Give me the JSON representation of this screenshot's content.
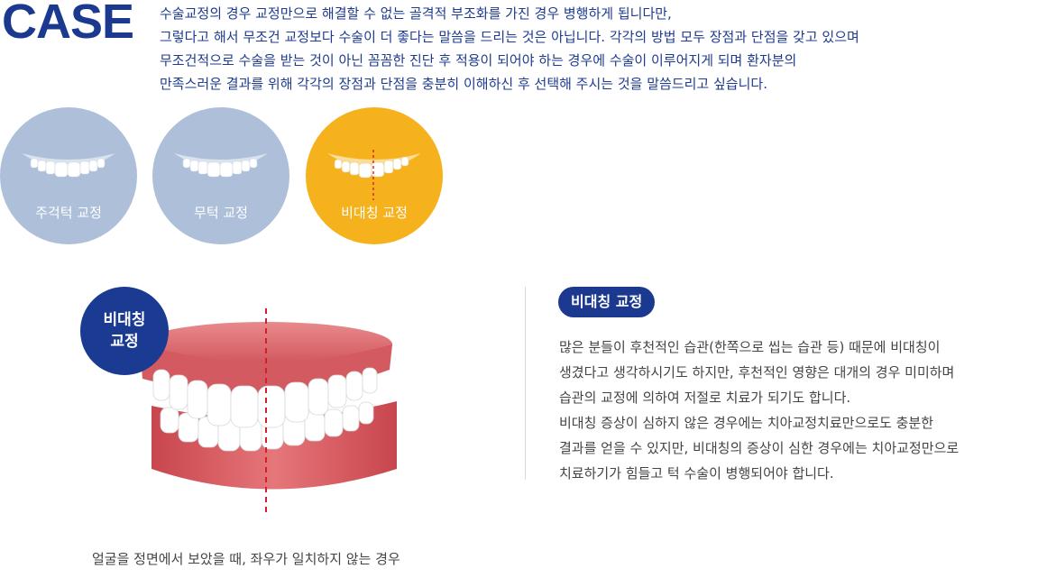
{
  "header": {
    "title": "CASE",
    "intro_lines": [
      "수술교정의 경우 교정만으로 해결할 수 없는 골격적 부조화를 가진 경우 병행하게 됩니다만,",
      "그렇다고 해서 무조건 교정보다 수술이 더 좋다는 말씀을 드리는 것은 아닙니다. 각각의 방법 모두 장점과 단점을 갖고 있으며",
      "무조건적으로 수술을 받는 것이 아닌 꼼꼼한 진단 후 적용이 되어야 하는 경우에 수술이 이루어지게 되며 환자분의",
      "만족스러운 결과를 위해 각각의 장점과 단점을 충분히 이해하신 후 선택해 주시는 것을 말씀드리고 싶습니다."
    ]
  },
  "options": [
    {
      "label": "주걱턱 교정",
      "selected": false,
      "color": "#adbfd9"
    },
    {
      "label": "무턱 교정",
      "selected": false,
      "color": "#adbfd9"
    },
    {
      "label": "비대칭 교정",
      "selected": true,
      "color": "#f6b21c"
    }
  ],
  "detail": {
    "badge_lines": [
      "비대칭",
      "교정"
    ],
    "caption": "얼굴을 정면에서 보았을 때, 좌우가 일치하지 않는 경우",
    "heading": "비대칭 교정",
    "description_lines": [
      "많은 분들이 후천적인 습관(한쪽으로 씹는 습관 등) 때문에 비대칭이",
      "생겼다고 생각하시기도 하지만, 후천적인 영향은 대개의 경우 미미하며",
      "습관의 교정에 의하여 저절로 치료가 되기도 합니다.",
      "비대칭 증상이 심하지 않은 경우에는 치아교정치료만으로도 충분한",
      "결과를 얻을 수 있지만, 비대칭의 증상이 심한 경우에는 치아교정만으로",
      "치료하기가 힘들고 턱 수술이 병행되어야 합니다."
    ]
  },
  "colors": {
    "brand_blue": "#1b3a8f",
    "inactive_circle": "#adbfd9",
    "active_circle": "#f6b21c",
    "midline": "#d0212a",
    "gum": "#d9585e"
  }
}
